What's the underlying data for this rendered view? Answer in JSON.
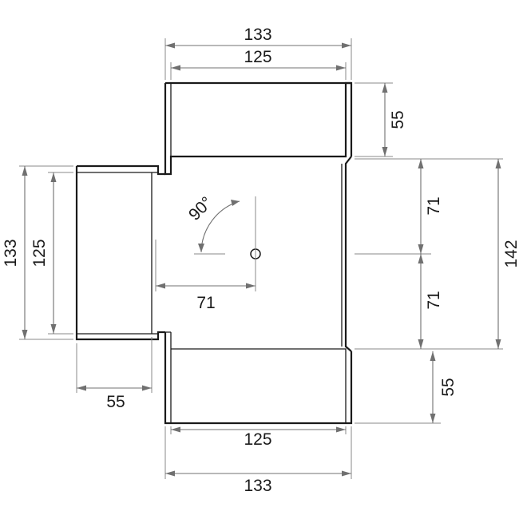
{
  "drawing": {
    "dimensions": {
      "top_outer_width": "133",
      "top_inner_width": "125",
      "top_socket_depth": "55",
      "right_upper_half": "71",
      "right_lower_half": "71",
      "right_total": "142",
      "bottom_socket_depth": "55",
      "bottom_inner_width": "125",
      "bottom_outer_width": "133",
      "left_outer_height": "133",
      "left_inner_height": "125",
      "left_socket_depth": "55",
      "branch_offset": "71",
      "angle": "90°"
    }
  }
}
